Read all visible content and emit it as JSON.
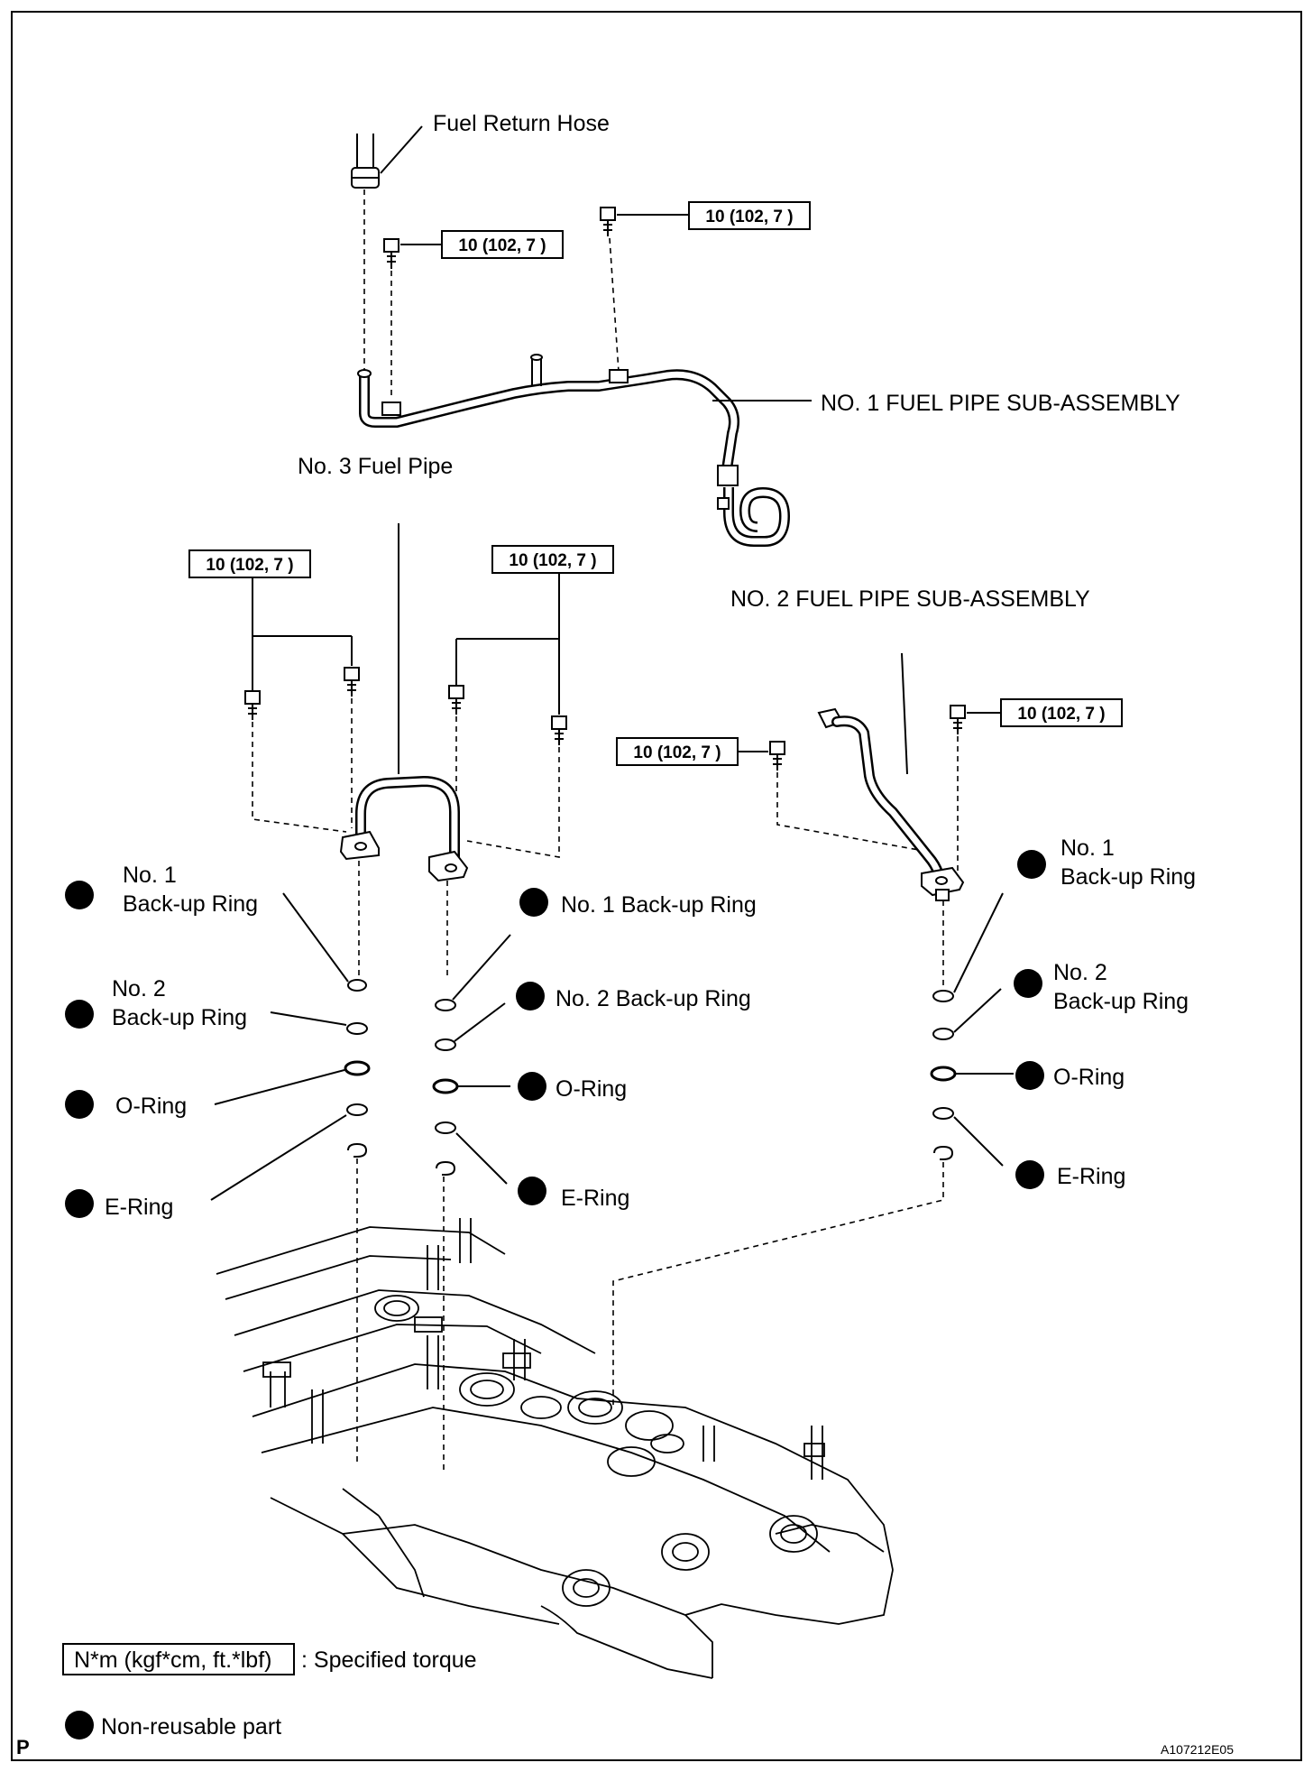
{
  "labels": {
    "fuel_return_hose": "Fuel Return Hose",
    "no1_fuel_pipe": "NO. 1 FUEL PIPE SUB-ASSEMBLY",
    "no3_fuel_pipe": "No. 3 Fuel Pipe",
    "no2_fuel_pipe": "NO. 2 FUEL PIPE SUB-ASSEMBLY"
  },
  "torque": "10 (102, 7 )",
  "rings_left": {
    "no1_line1": "No. 1",
    "no1_line2": "Back-up Ring",
    "no2_line1": "No. 2",
    "no2_line2": "Back-up Ring",
    "oring": "O-Ring",
    "ering": "E-Ring"
  },
  "rings_center": {
    "no1": "No. 1 Back-up Ring",
    "no2": "No. 2 Back-up Ring",
    "oring": "O-Ring",
    "ering": "E-Ring"
  },
  "rings_right": {
    "no1_line1": "No. 1",
    "no1_line2": "Back-up Ring",
    "no2_line1": "No. 2",
    "no2_line2": "Back-up Ring",
    "oring": "O-Ring",
    "ering": "E-Ring"
  },
  "legend": {
    "torque_unit": "N*m (kgf*cm, ft.*lbf)",
    "torque_text": ": Specified torque",
    "nonreusable_text": "Non-reusable part"
  },
  "footer": {
    "prefix": "P",
    "code": "A107212E05"
  }
}
